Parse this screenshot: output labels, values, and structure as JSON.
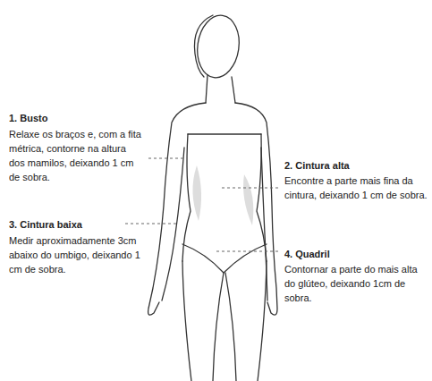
{
  "diagram": {
    "labels": [
      "1. Busto",
      "Relaxe os braços e, com a fita métrica, contorne na altura dos mamilos, deixando 1 cm de sobra.",
      "2. Cintura alta",
      "Encontre a parte mais fina da cintura, deixando 1 cm de sobra.",
      "3. Cintura baixa",
      "Medir aproximadamente 3cm abaixo do umbigo, deixando 1 cm de sobra.",
      "4. Quadril",
      "Contornar a parte do mais alta do glúteo, deixando 1cm de sobra."
    ]
  }
}
